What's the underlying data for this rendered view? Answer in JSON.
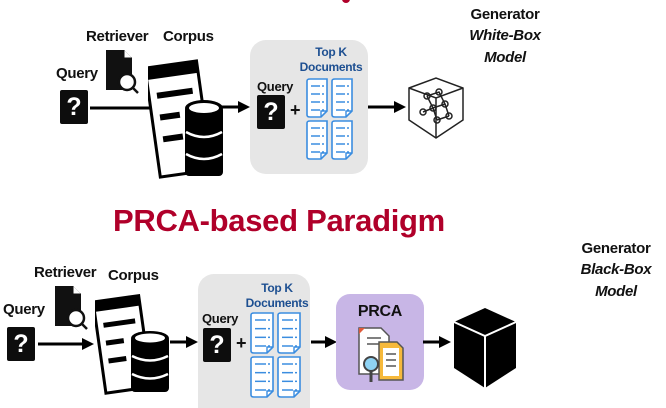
{
  "top": {
    "query_label": "Query",
    "query_symbol": "?",
    "retriever_label": "Retriever",
    "corpus_label": "Corpus",
    "inner_query_label": "Query",
    "plus": "+",
    "topk_label_1": "Top K",
    "topk_label_2": "Documents",
    "generator_label": "Generator",
    "generator_type_1": "White-Box",
    "generator_type_2": "Model"
  },
  "bottom": {
    "title": "PRCA-based Paradigm",
    "query_label": "Query",
    "query_symbol": "?",
    "retriever_label": "Retriever",
    "corpus_label": "Corpus",
    "inner_query_label": "Query",
    "plus": "+",
    "topk_label_1": "Top K",
    "topk_label_2": "Documents",
    "prca_label": "PRCA",
    "generator_label": "Generator",
    "generator_type_1": "Black-Box",
    "generator_type_2": "Model"
  },
  "colors": {
    "title": "#b0002a",
    "doc_blue": "#3b8de0",
    "panel_gray": "#e6e6e6",
    "prca_purple": "#c8b6e6"
  }
}
